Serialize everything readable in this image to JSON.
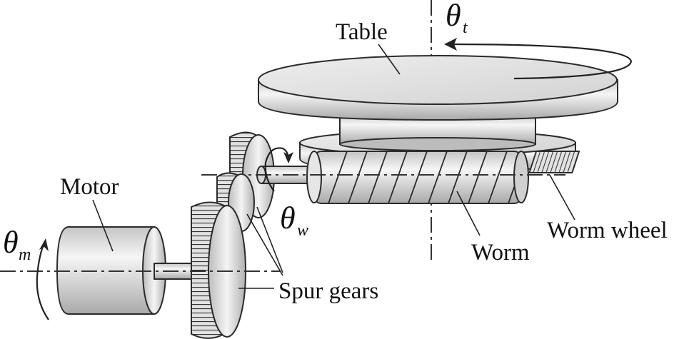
{
  "labels": {
    "table": "Table",
    "motor": "Motor",
    "worm": "Worm",
    "worm_wheel": "Worm wheel",
    "spur_gears": "Spur gears"
  },
  "symbols": {
    "theta_t": {
      "base": "θ",
      "sub": "t"
    },
    "theta_w": {
      "base": "θ",
      "sub": "w"
    },
    "theta_m": {
      "base": "θ",
      "sub": "m"
    }
  }
}
